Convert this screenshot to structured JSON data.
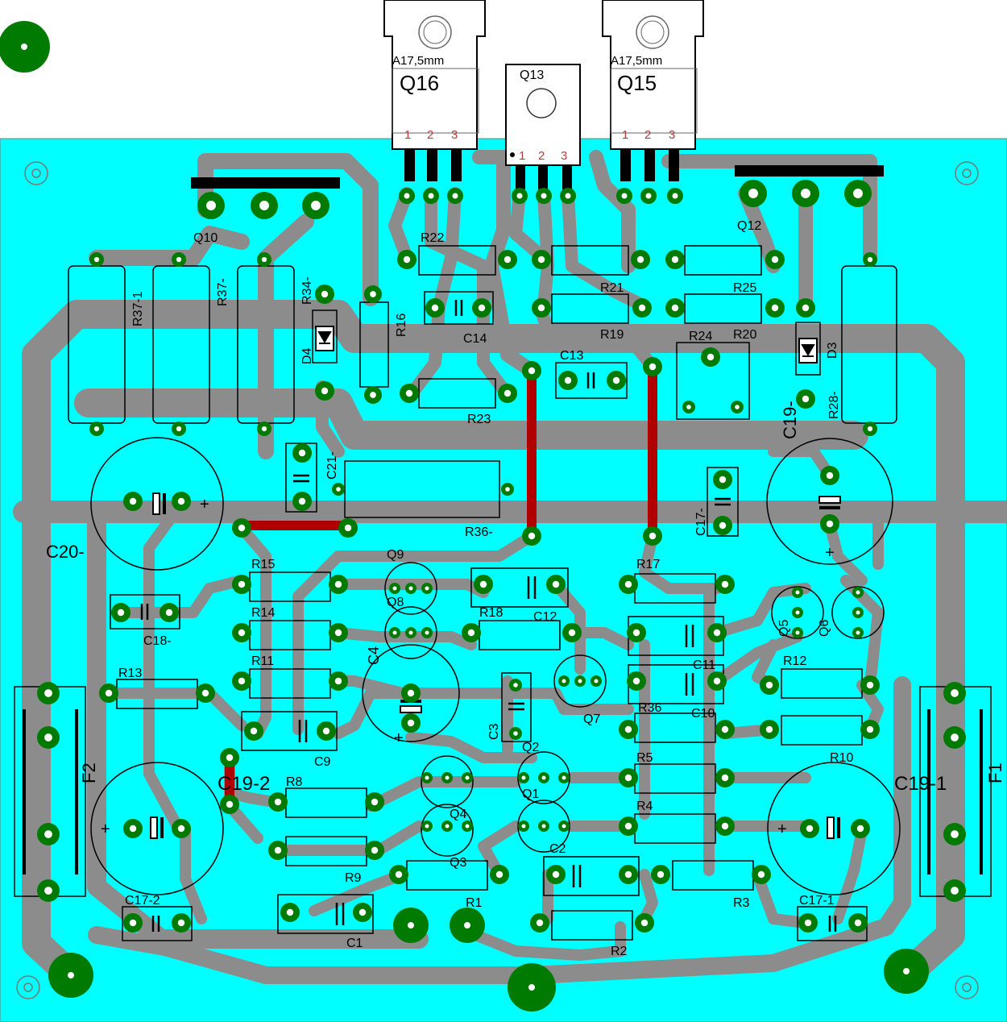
{
  "colors": {
    "board": "#00ffff",
    "trace": "#8c8c8c",
    "pad": "#007a00",
    "jumper": "#b00000",
    "outline": "#000000",
    "package": "#ffffff"
  },
  "transistors_power": [
    {
      "id": "q16",
      "label": "Q16",
      "note": "A17,5mm",
      "pins": [
        "1",
        "2",
        "3"
      ]
    },
    {
      "id": "q15",
      "label": "Q15",
      "note": "A17,5mm",
      "pins": [
        "1",
        "2",
        "3"
      ]
    }
  ],
  "q13": {
    "label": "Q13",
    "pins": [
      "1",
      "2",
      "3"
    ]
  },
  "labels": [
    {
      "id": "q10",
      "text": "Q10"
    },
    {
      "id": "q12",
      "text": "Q12"
    },
    {
      "id": "r22",
      "text": "R22"
    },
    {
      "id": "r21",
      "text": "R21"
    },
    {
      "id": "r25",
      "text": "R25"
    },
    {
      "id": "r19",
      "text": "R19"
    },
    {
      "id": "r20",
      "text": "R20"
    },
    {
      "id": "r24",
      "text": "R24"
    },
    {
      "id": "r23",
      "text": "R23"
    },
    {
      "id": "c14",
      "text": "C14"
    },
    {
      "id": "c13",
      "text": "C13"
    },
    {
      "id": "r36m",
      "text": "R36-"
    },
    {
      "id": "c20",
      "text": "C20-"
    },
    {
      "id": "c19m",
      "text": "C19-"
    },
    {
      "id": "c18",
      "text": "C18-"
    },
    {
      "id": "c17m",
      "text": "C17-"
    },
    {
      "id": "q9",
      "text": "Q9"
    },
    {
      "id": "q8",
      "text": "Q8"
    },
    {
      "id": "r15",
      "text": "R15"
    },
    {
      "id": "r14",
      "text": "R14"
    },
    {
      "id": "r11",
      "text": "R11"
    },
    {
      "id": "r13",
      "text": "R13"
    },
    {
      "id": "r18",
      "text": "R18"
    },
    {
      "id": "c12",
      "text": "C12"
    },
    {
      "id": "r17",
      "text": "R17"
    },
    {
      "id": "c11",
      "text": "C11"
    },
    {
      "id": "r36",
      "text": "R36"
    },
    {
      "id": "c10",
      "text": "C10"
    },
    {
      "id": "q7",
      "text": "Q7"
    },
    {
      "id": "c4",
      "text": "C4"
    },
    {
      "id": "c3",
      "text": "C3"
    },
    {
      "id": "c9",
      "text": "C9"
    },
    {
      "id": "r12",
      "text": "R12"
    },
    {
      "id": "r10",
      "text": "R10"
    },
    {
      "id": "q5",
      "text": "Q5"
    },
    {
      "id": "q6",
      "text": "Q6"
    },
    {
      "id": "q2",
      "text": "Q2"
    },
    {
      "id": "q1",
      "text": "Q1"
    },
    {
      "id": "q4",
      "text": "Q4"
    },
    {
      "id": "q3",
      "text": "Q3"
    },
    {
      "id": "r5",
      "text": "R5"
    },
    {
      "id": "r4",
      "text": "R4"
    },
    {
      "id": "r8",
      "text": "R8"
    },
    {
      "id": "r9",
      "text": "R9"
    },
    {
      "id": "c192",
      "text": "C19-2"
    },
    {
      "id": "c191",
      "text": "C19-1"
    },
    {
      "id": "c2",
      "text": "C2"
    },
    {
      "id": "r1",
      "text": "R1"
    },
    {
      "id": "r3",
      "text": "R3"
    },
    {
      "id": "r2",
      "text": "R2"
    },
    {
      "id": "c1",
      "text": "C1"
    },
    {
      "id": "c172",
      "text": "C17-2"
    },
    {
      "id": "c171",
      "text": "C17-1"
    },
    {
      "id": "f2",
      "text": "F2"
    },
    {
      "id": "f1",
      "text": "F1"
    },
    {
      "id": "r371",
      "text": "R37-1"
    },
    {
      "id": "r37",
      "text": "R37-"
    },
    {
      "id": "r34",
      "text": "R34-"
    },
    {
      "id": "r16",
      "text": "R16"
    },
    {
      "id": "d4",
      "text": "D4"
    },
    {
      "id": "d3",
      "text": "D3"
    },
    {
      "id": "c21",
      "text": "C21-"
    },
    {
      "id": "r28",
      "text": "R28-"
    }
  ],
  "polarity": "+"
}
